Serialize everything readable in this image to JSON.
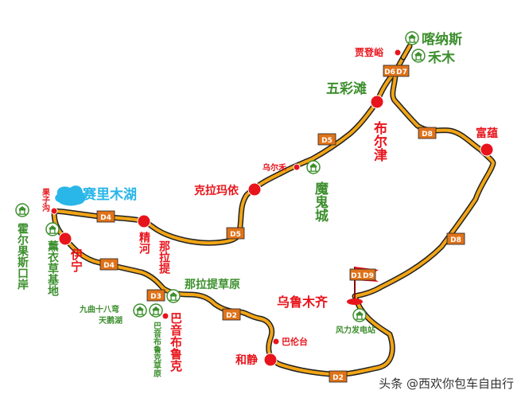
{
  "colors": {
    "road_outer": "#222222",
    "road_inner": "#f2a516",
    "city": "#e8141c",
    "scenic_text": "#3d8f2e",
    "badge_bg": "#e0731a",
    "badge_text": "#ffffff",
    "lake": "#29b6e8",
    "scenic_icon": "#3d8f2e"
  },
  "places": {
    "kanas": "喀纳斯",
    "hemu": "禾木",
    "jiadengyu": "贾登峪",
    "wucaitan": "五彩滩",
    "burqin": "布尔津",
    "fuyun": "富蕴",
    "wuerhe": "乌尔禾",
    "moguicheng": "魔鬼城",
    "karamay": "克拉玛依",
    "sayram": "赛里木湖",
    "guozigou": "果子沟",
    "jinghe": "精河",
    "huoerguosi": "霍尔果斯口岸",
    "lavender": "薰衣草基地",
    "yining": "伊宁",
    "nalati": "那拉提",
    "nalati_grassland": "那拉提草原",
    "jiuqu": "九曲十八弯",
    "swan_lake": "天鹅湖",
    "bayinbuluke_grass": "巴音布鲁克草原",
    "bayinbuluke": "巴音布鲁克",
    "bayantai": "巴伦台",
    "hejing": "和静",
    "urumqi": "乌鲁木齐",
    "wind_farm": "风力发电站"
  },
  "days": {
    "d6": "D6",
    "d7": "D7",
    "d8a": "D8",
    "d8b": "D8",
    "d5a": "D5",
    "d5b": "D5",
    "d4a": "D4",
    "d4b": "D4",
    "d3": "D3",
    "d2a": "D2",
    "d2b": "D2",
    "d1": "D1",
    "d9": "D9"
  },
  "watermark": "头条 @西欢你包车自由行",
  "icons": {
    "scenic": "scenic-spot-icon",
    "flag": "start-flag-icon",
    "city": "city-dot-icon",
    "lake": "lake-shape-icon"
  }
}
